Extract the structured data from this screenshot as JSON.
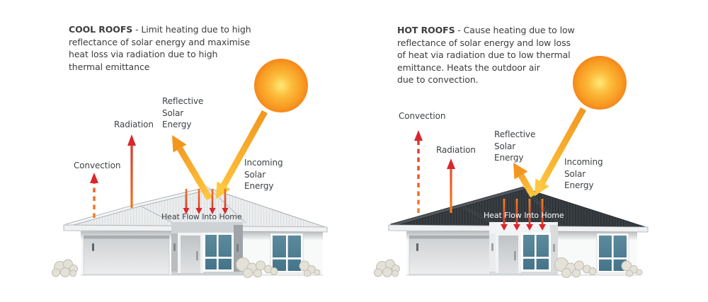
{
  "figure": {
    "background": "#FFFFFF",
    "panels": [
      {
        "id": "cool-roofs",
        "heading": "COOL ROOFS",
        "description": "- Limit heating due to high\nreflectance of solar energy and maximise\nheat loss via radiation due to high\nthermal emittance",
        "labels": {
          "convection": "Convection",
          "radiation": "Radiation",
          "reflective_solar": "Reflective\nSolar\nEnergy",
          "incoming_solar": "Incoming\nSolar\nEnergy",
          "heat_flow": "Heat Flow Into Home"
        },
        "roof": {
          "type": "cool",
          "color": "#ECEEEF"
        }
      },
      {
        "id": "hot-roofs",
        "heading": "HOT ROOFS",
        "description": "- Cause heating due to low\nreflectance of solar energy and low loss\nof heat via radiation due to low thermal\nemittance. Heats the outdoor air\ndue to convection.",
        "labels": {
          "convection": "Convection",
          "radiation": "Radiation",
          "reflective_solar": "Reflective\nSolar\nEnergy",
          "incoming_solar": "Incoming\nSolar\nEnergy",
          "heat_flow": "Heat Flow Into Home"
        },
        "roof": {
          "type": "hot",
          "color": "#3A3F44"
        }
      }
    ],
    "colors": {
      "sun_core": "#FFE36B",
      "sun_edge": "#F5871C",
      "solar_arrow_orange": "#F2961F",
      "solar_arrow_yellow": "#FFC73E",
      "heat_red": "#D7282C",
      "heat_orange": "#F58220",
      "glass_teal": "#4C7D92",
      "text_dark": "#3B3C3C",
      "heat_flow_text_cool": "#3A3E41",
      "heat_flow_text_hot": "#FFFFFF"
    }
  }
}
